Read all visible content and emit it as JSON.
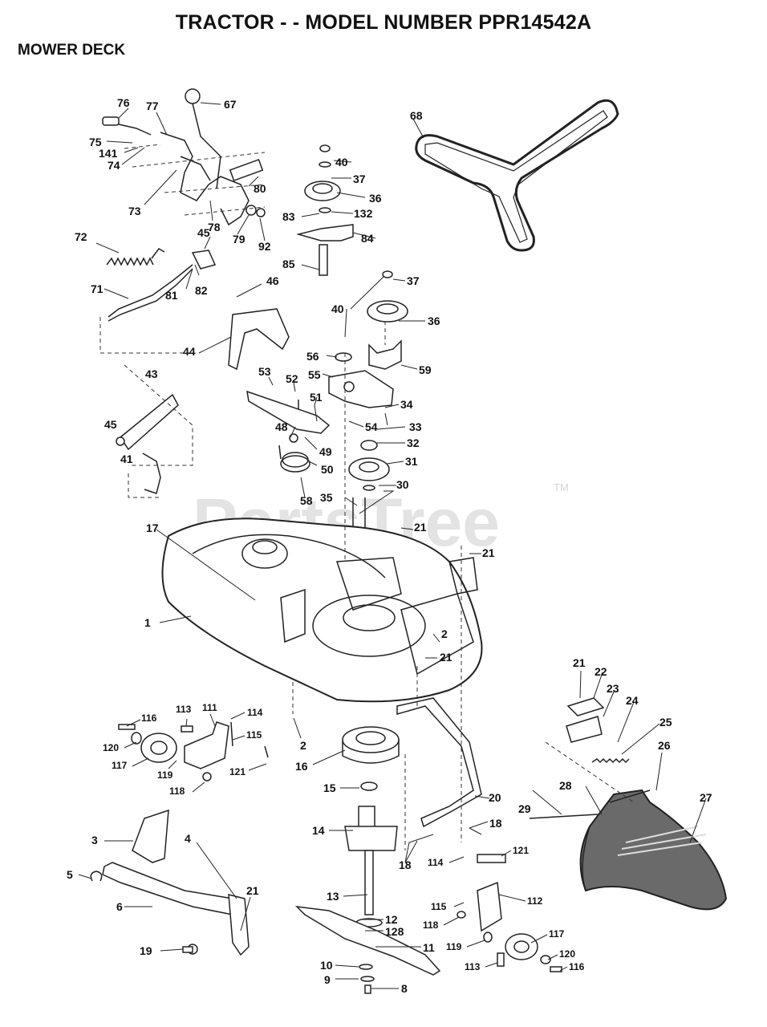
{
  "header": {
    "title": "TRACTOR - - MODEL NUMBER PPR14542A",
    "section": "MOWER DECK"
  },
  "watermark": {
    "text": "PartsTree",
    "tm": "TM"
  },
  "callouts": {
    "c1": "1",
    "c2a": "2",
    "c2b": "2",
    "c3": "3",
    "c4": "4",
    "c5": "5",
    "c6": "6",
    "c8": "8",
    "c9": "9",
    "c10": "10",
    "c11": "11",
    "c12": "12",
    "c13": "13",
    "c14": "14",
    "c15": "15",
    "c16": "16",
    "c17": "17",
    "c18a": "18",
    "c18b": "18",
    "c19": "19",
    "c20": "20",
    "c21a": "21",
    "c21b": "21",
    "c21c": "21",
    "c21d": "21",
    "c21e": "21",
    "c22": "22",
    "c23": "23",
    "c24": "24",
    "c25": "25",
    "c26": "26",
    "c27": "27",
    "c28": "28",
    "c29": "29",
    "c30": "30",
    "c31": "31",
    "c32": "32",
    "c33": "33",
    "c34": "34",
    "c35": "35",
    "c36a": "36",
    "c36b": "36",
    "c37a": "37",
    "c37b": "37",
    "c40a": "40",
    "c40b": "40",
    "c41": "41",
    "c43": "43",
    "c44": "44",
    "c45a": "45",
    "c45b": "45",
    "c46": "46",
    "c48": "48",
    "c49": "49",
    "c50": "50",
    "c51": "51",
    "c52": "52",
    "c53": "53",
    "c54": "54",
    "c55": "55",
    "c56": "56",
    "c58": "58",
    "c59": "59",
    "c67": "67",
    "c68": "68",
    "c71": "71",
    "c72": "72",
    "c73": "73",
    "c74": "74",
    "c75": "75",
    "c76": "76",
    "c77": "77",
    "c78": "78",
    "c79": "79",
    "c80": "80",
    "c81": "81",
    "c82": "82",
    "c83": "83",
    "c84": "84",
    "c85": "85",
    "c92": "92",
    "c111a": "111",
    "c112": "112",
    "c113a": "113",
    "c113b": "113",
    "c114a": "114",
    "c114b": "114",
    "c115a": "115",
    "c115b": "115",
    "c116a": "116",
    "c116b": "116",
    "c117a": "117",
    "c117b": "117",
    "c118a": "118",
    "c118b": "118",
    "c119a": "119",
    "c119b": "119",
    "c120a": "120",
    "c120b": "120",
    "c121a": "121",
    "c121b": "121",
    "c128": "128",
    "c132": "132",
    "c141": "141"
  }
}
